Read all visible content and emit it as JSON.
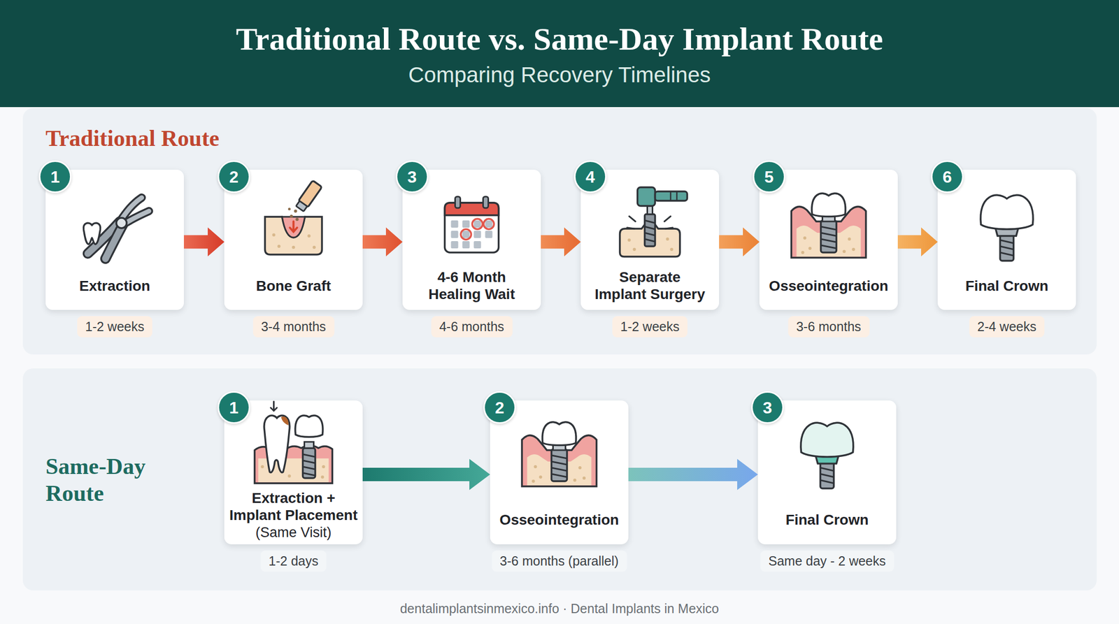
{
  "diagram": {
    "title": "Traditional Route vs. Same-Day Implant Route",
    "nodes": [
      {
        "text": [
          "Traditional Route"
        ]
      },
      {
        "text": [
          "Extraction",
          "1-2 weeks"
        ],
        "in": 0
      },
      {
        "text": [
          "1"
        ],
        "in": 1
      },
      {
        "text": [
          "Bone Graft",
          "3-4 months"
        ],
        "in": 0
      },
      {
        "text": [
          "2"
        ],
        "in": 3
      },
      {
        "text": [
          "4-6 Month Healing Wait",
          "4-6 months"
        ],
        "in": 0
      },
      {
        "text": [
          "3"
        ],
        "in": 5
      },
      {
        "text": [
          "Separate Implant Surgery",
          "1-2 weeks"
        ],
        "in": 0
      },
      {
        "text": [
          "4"
        ],
        "in": 7
      },
      {
        "text": [
          "Osseointegration",
          "3-6 months"
        ],
        "in": 0
      },
      {
        "text": [
          "5"
        ],
        "in": 9
      },
      {
        "text": [
          "Final Crown",
          "2-4 weeks"
        ],
        "in": 0
      },
      {
        "text": [
          "6"
        ],
        "in": 11
      },
      {
        "text": [
          "Same-Day Route"
        ]
      },
      {
        "text": [
          "Extraction + Implant Placement",
          "(Same Visit)",
          "1-2 days"
        ],
        "in": 13
      },
      {
        "text": [
          "1"
        ],
        "in": 14
      },
      {
        "text": [
          "Osseointegration",
          "3-6 months (parallel)"
        ],
        "in": 13
      },
      {
        "text": [
          "2"
        ],
        "in": 16
      },
      {
        "text": [
          "Final Crown",
          "Same day - 2 weeks"
        ],
        "in": 13
      },
      {
        "text": [
          "3"
        ],
        "in": 18
      }
    ],
    "edges": [
      {
        "from": 1,
        "to": 3,
        "arrow": "to"
      },
      {
        "from": 3,
        "to": 5,
        "arrow": "to"
      },
      {
        "from": 5,
        "to": 7,
        "arrow": "to"
      },
      {
        "from": 7,
        "to": 9,
        "arrow": "to"
      },
      {
        "from": 9,
        "to": 11,
        "arrow": "to"
      },
      {
        "from": 14,
        "to": 16,
        "arrow": "to"
      },
      {
        "from": 16,
        "to": 18,
        "arrow": "to"
      }
    ],
    "labels": [
      "Comparing Recovery Timelines",
      "dentalimplantsinmexico.info · Dental Implants in Mexico"
    ]
  }
}
